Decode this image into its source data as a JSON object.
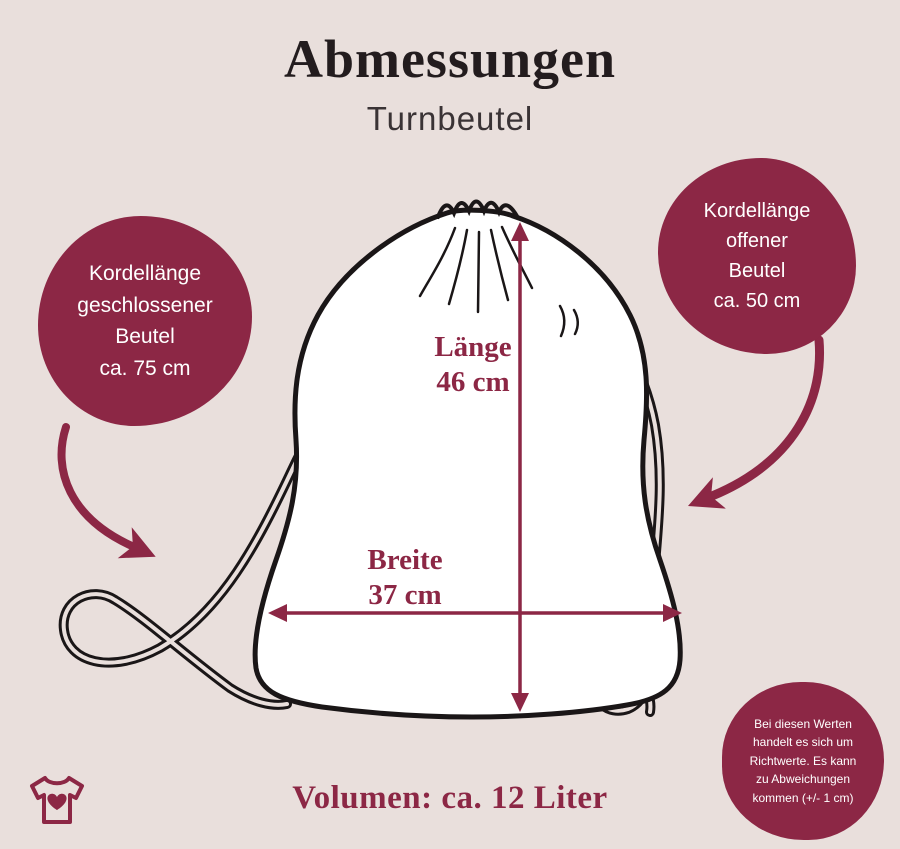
{
  "colors": {
    "background": "#e9dfdc",
    "maroon": "#8c2745",
    "ink": "#1a1617",
    "white": "#ffffff"
  },
  "header": {
    "title": "Abmessungen",
    "subtitle": "Turnbeutel"
  },
  "badges": {
    "left": {
      "lines": [
        "Kordellänge",
        "geschlossener",
        "Beutel",
        "ca. 75 cm"
      ]
    },
    "right": {
      "lines": [
        "Kordellänge",
        "offener",
        "Beutel",
        "ca. 50 cm"
      ]
    },
    "note": {
      "lines": [
        "Bei diesen Werten",
        "handelt es sich um",
        "Richtwerte. Es kann",
        "zu Abweichungen",
        "kommen (+/- 1 cm)"
      ]
    }
  },
  "dimensions": {
    "length": {
      "label": "Länge",
      "value": "46 cm"
    },
    "width": {
      "label": "Breite",
      "value": "37 cm"
    }
  },
  "footer": {
    "volume": "Volumen: ca. 12 Liter"
  },
  "icons": {
    "logo": "tshirt-heart-icon"
  }
}
